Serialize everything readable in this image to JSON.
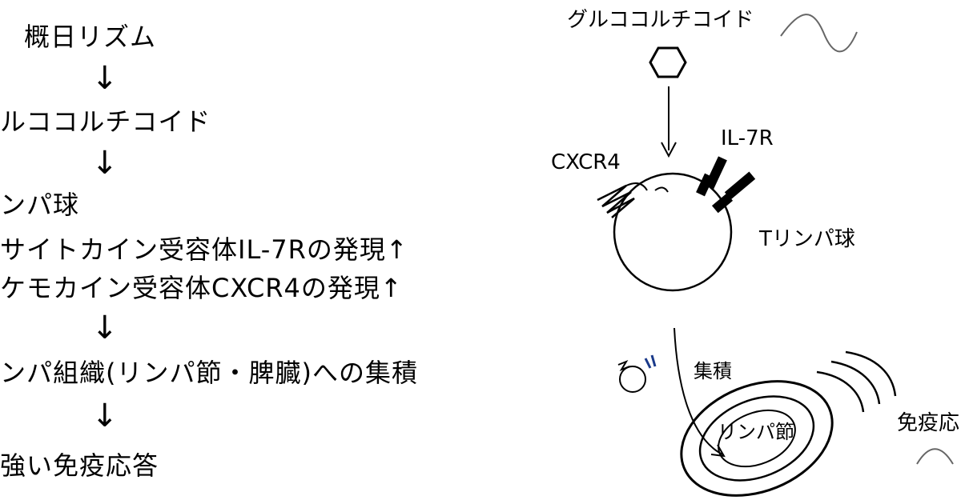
{
  "flow": {
    "step1": "概日リズム",
    "step2": "ルココルチコイド",
    "step3": "ンパ球",
    "step4a": "サイトカイン受容体IL-7Rの発現↑",
    "step4b": "ケモカイン受容体CXCR4の発現↑",
    "step5": "ンパ組織(リンパ節・脾臓)への集積",
    "step6": "強い免疫応答",
    "arrow": "↓"
  },
  "diagram": {
    "hormone_label": "グルココルチコイド",
    "cxcr4_label": "CXCR4",
    "il7r_label": "IL-7R",
    "cell_label": "Tリンパ球",
    "accumulation_label": "集積",
    "node_label": "リンパ節",
    "immune_label": "免疫応"
  }
}
